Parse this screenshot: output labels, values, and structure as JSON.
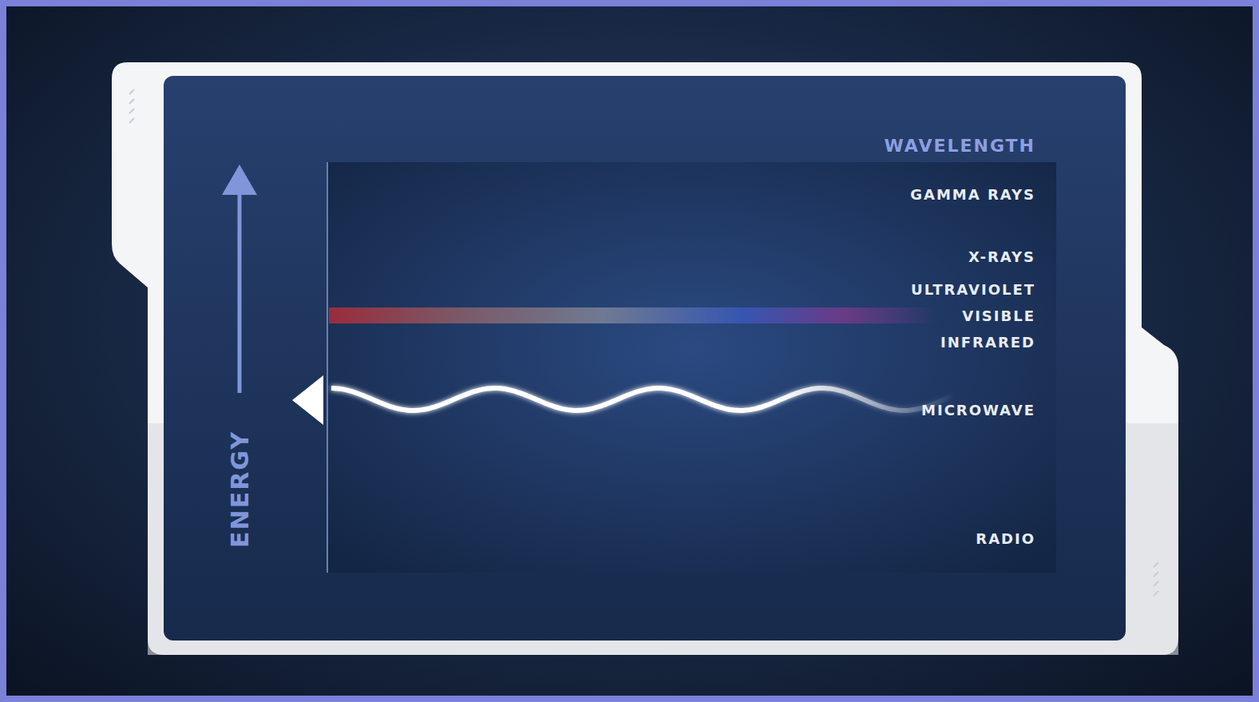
{
  "diagram": {
    "labels": [
      "WAVELENGTH",
      "GAMMA RAYS",
      "X-RAYS",
      "ULTRAVIOLET",
      "VISIBLE",
      "INFRARED",
      "MICROWAVE",
      "RADIO",
      "ENERGY"
    ]
  }
}
